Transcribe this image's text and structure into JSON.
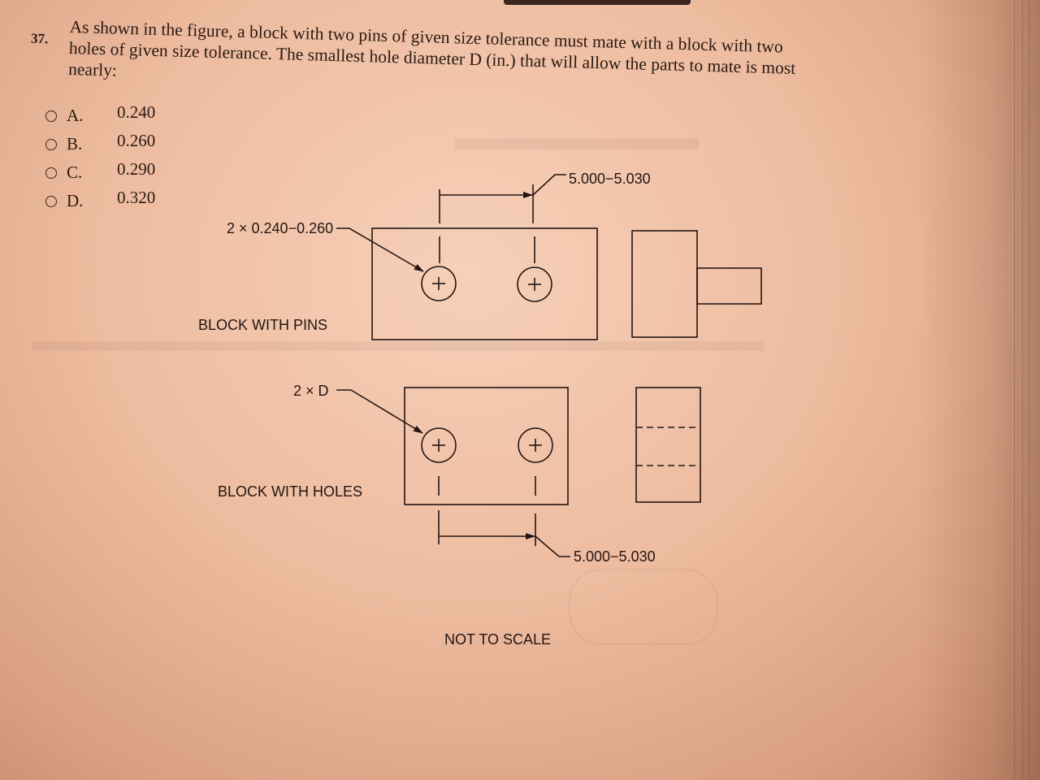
{
  "question": {
    "number": "37.",
    "text": "As shown in the figure, a block with two pins of given size tolerance must mate with a block with two holes of given size tolerance. The smallest hole diameter D (in.) that will allow the parts to mate is most nearly:"
  },
  "options": [
    {
      "letter": "A.",
      "value": "0.240"
    },
    {
      "letter": "B.",
      "value": "0.260"
    },
    {
      "letter": "C.",
      "value": "0.290"
    },
    {
      "letter": "D.",
      "value": "0.320"
    }
  ],
  "figure": {
    "top_dimension": "5.000−5.030",
    "pin_callout": "2 × 0.240−0.260",
    "pins_label": "BLOCK WITH PINS",
    "hole_callout": "2 × D",
    "holes_label": "BLOCK WITH HOLES",
    "bottom_dimension": "5.000−5.030",
    "scale_note": "NOT TO SCALE"
  },
  "colors": {
    "paper": "#f0c2a6",
    "ink": "#231513"
  }
}
